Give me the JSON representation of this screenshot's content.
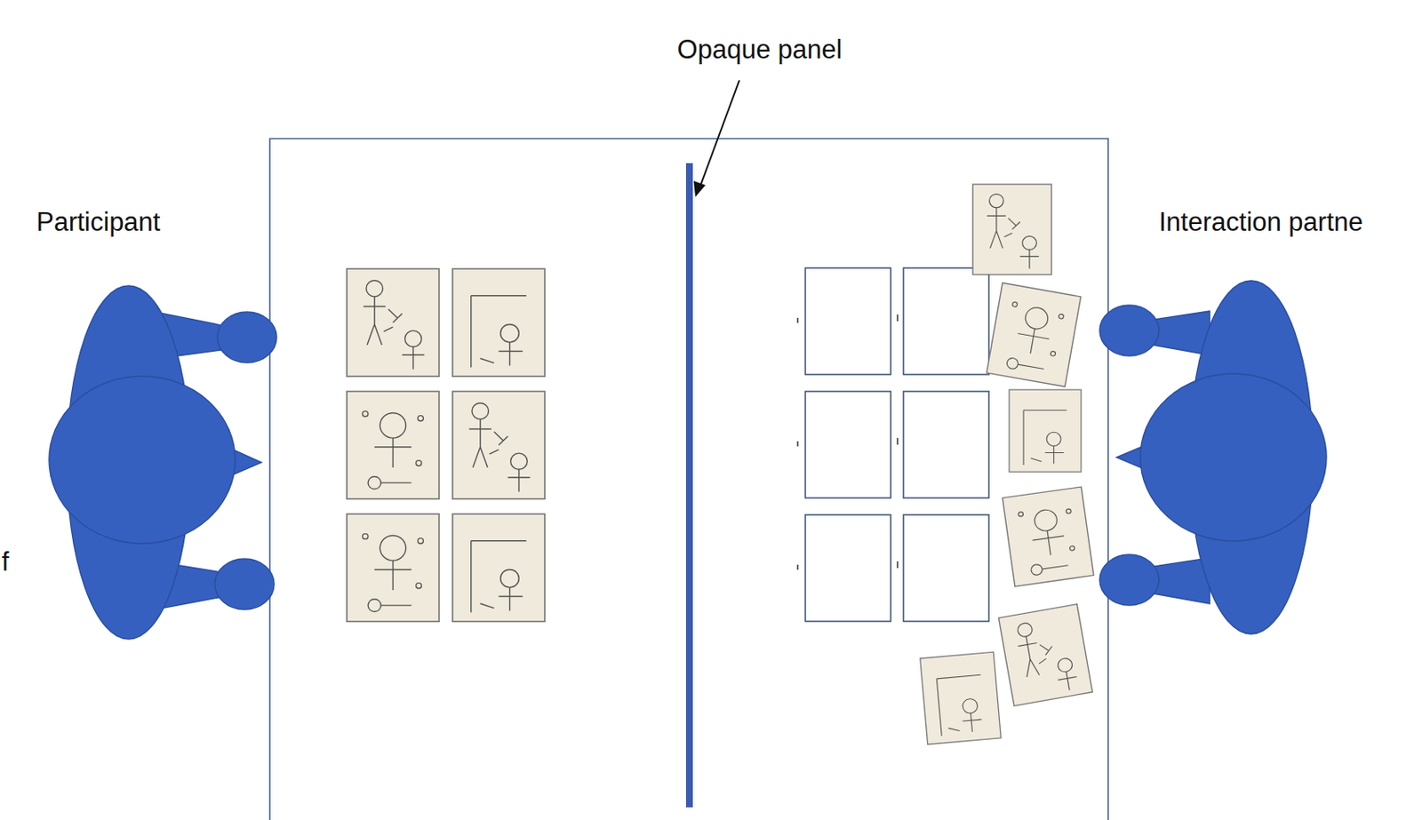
{
  "diagram": {
    "labels": [
      "Opaque panel",
      "Participant",
      "Interaction partne",
      "f"
    ]
  }
}
